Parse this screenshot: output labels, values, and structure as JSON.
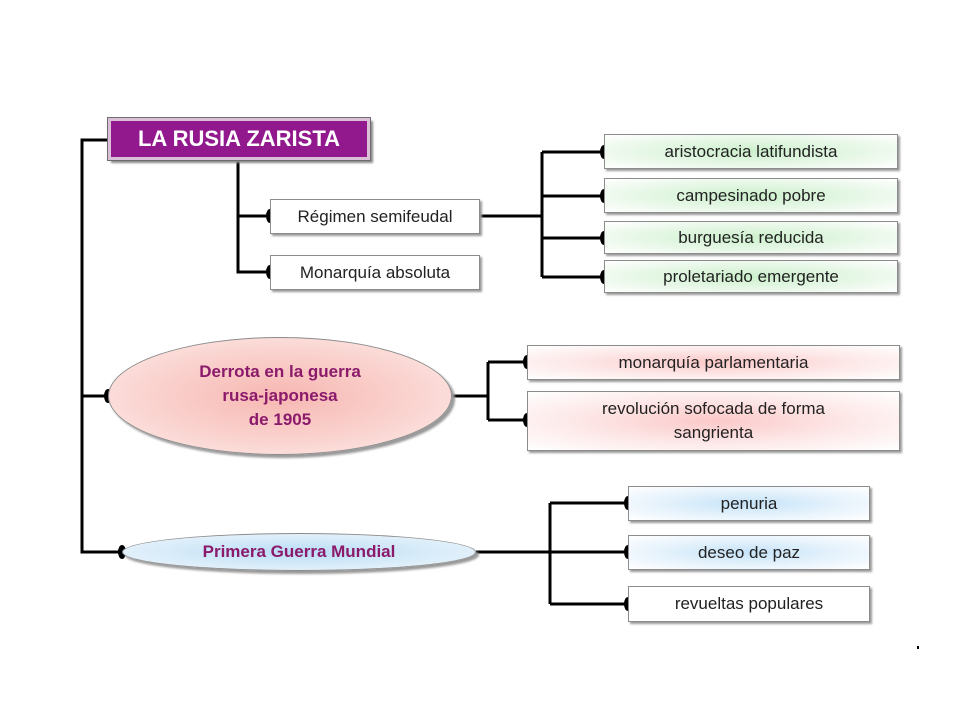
{
  "title": "LA RUSIA ZARISTA",
  "regimen": {
    "label": "Régimen semifeudal",
    "items": [
      "aristocracia latifundista",
      "campesinado pobre",
      "burguesía reducida",
      "proletariado emergente"
    ]
  },
  "monarquia": {
    "label": "Monarquía absoluta"
  },
  "derrota": {
    "lines": [
      "Derrota en la guerra",
      "rusa-japonesa",
      "de 1905"
    ],
    "items": [
      "monarquía parlamentaria",
      "revolución sofocada de forma",
      "sangrienta"
    ]
  },
  "guerra": {
    "label": "Primera Guerra Mundial",
    "items": [
      "penuria",
      "deseo de paz",
      "revueltas populares"
    ]
  },
  "colors": {
    "title_bg": "#92188d",
    "oval_text": "#8b1a6b",
    "connector": "#000000"
  }
}
